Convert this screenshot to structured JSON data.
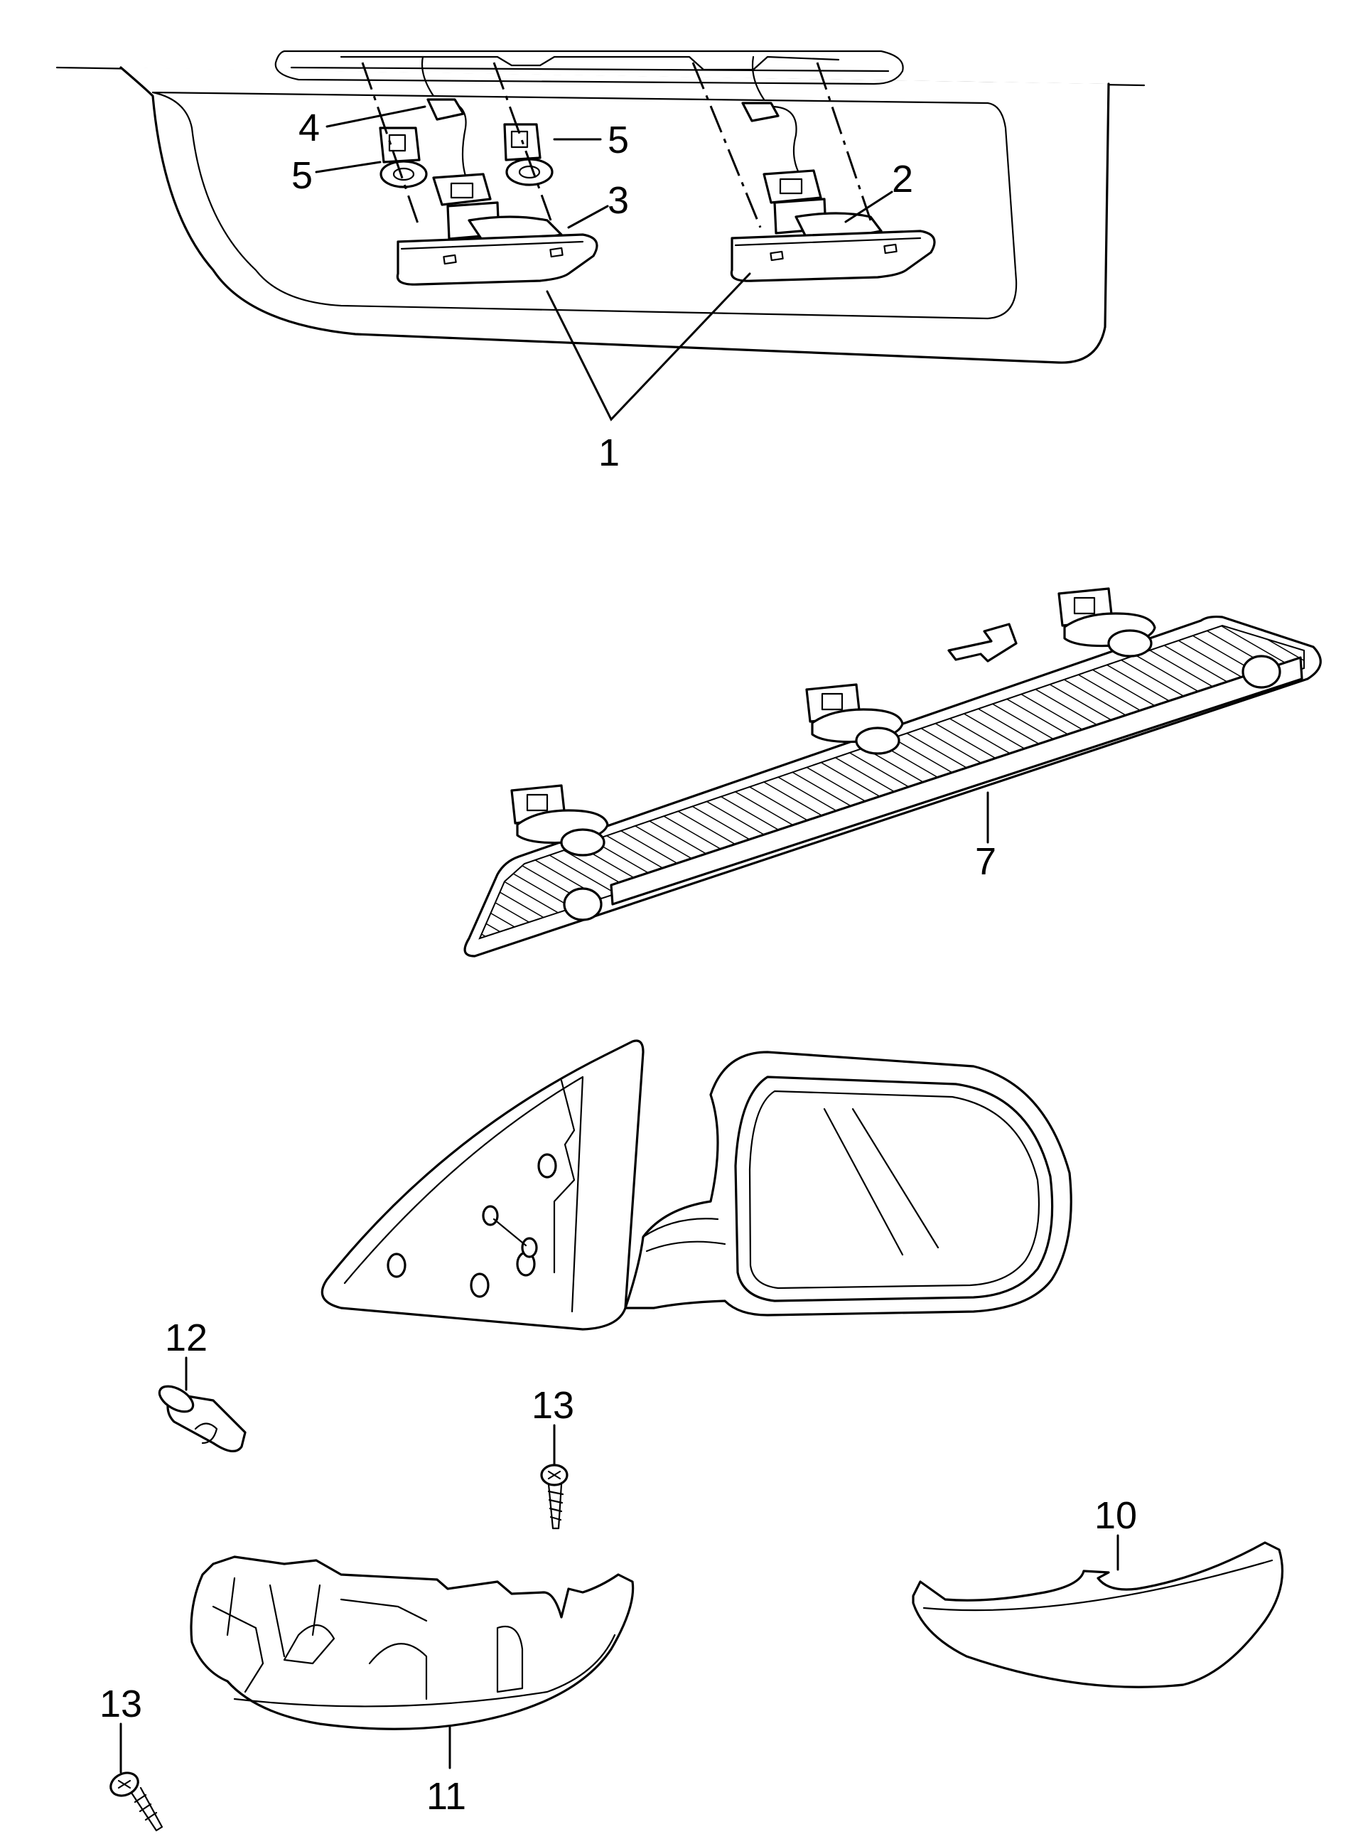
{
  "callouts": {
    "c1": "1",
    "c2": "2",
    "c3": "3",
    "c4": "4",
    "c5a": "5",
    "c5b": "5",
    "c7": "7",
    "c10": "10",
    "c11": "11",
    "c12": "12",
    "c13a": "13",
    "c13b": "13"
  },
  "icons": {
    "screw": "screw-icon",
    "clip": "clip-icon",
    "bulb-holder": "bulb-holder-icon"
  }
}
